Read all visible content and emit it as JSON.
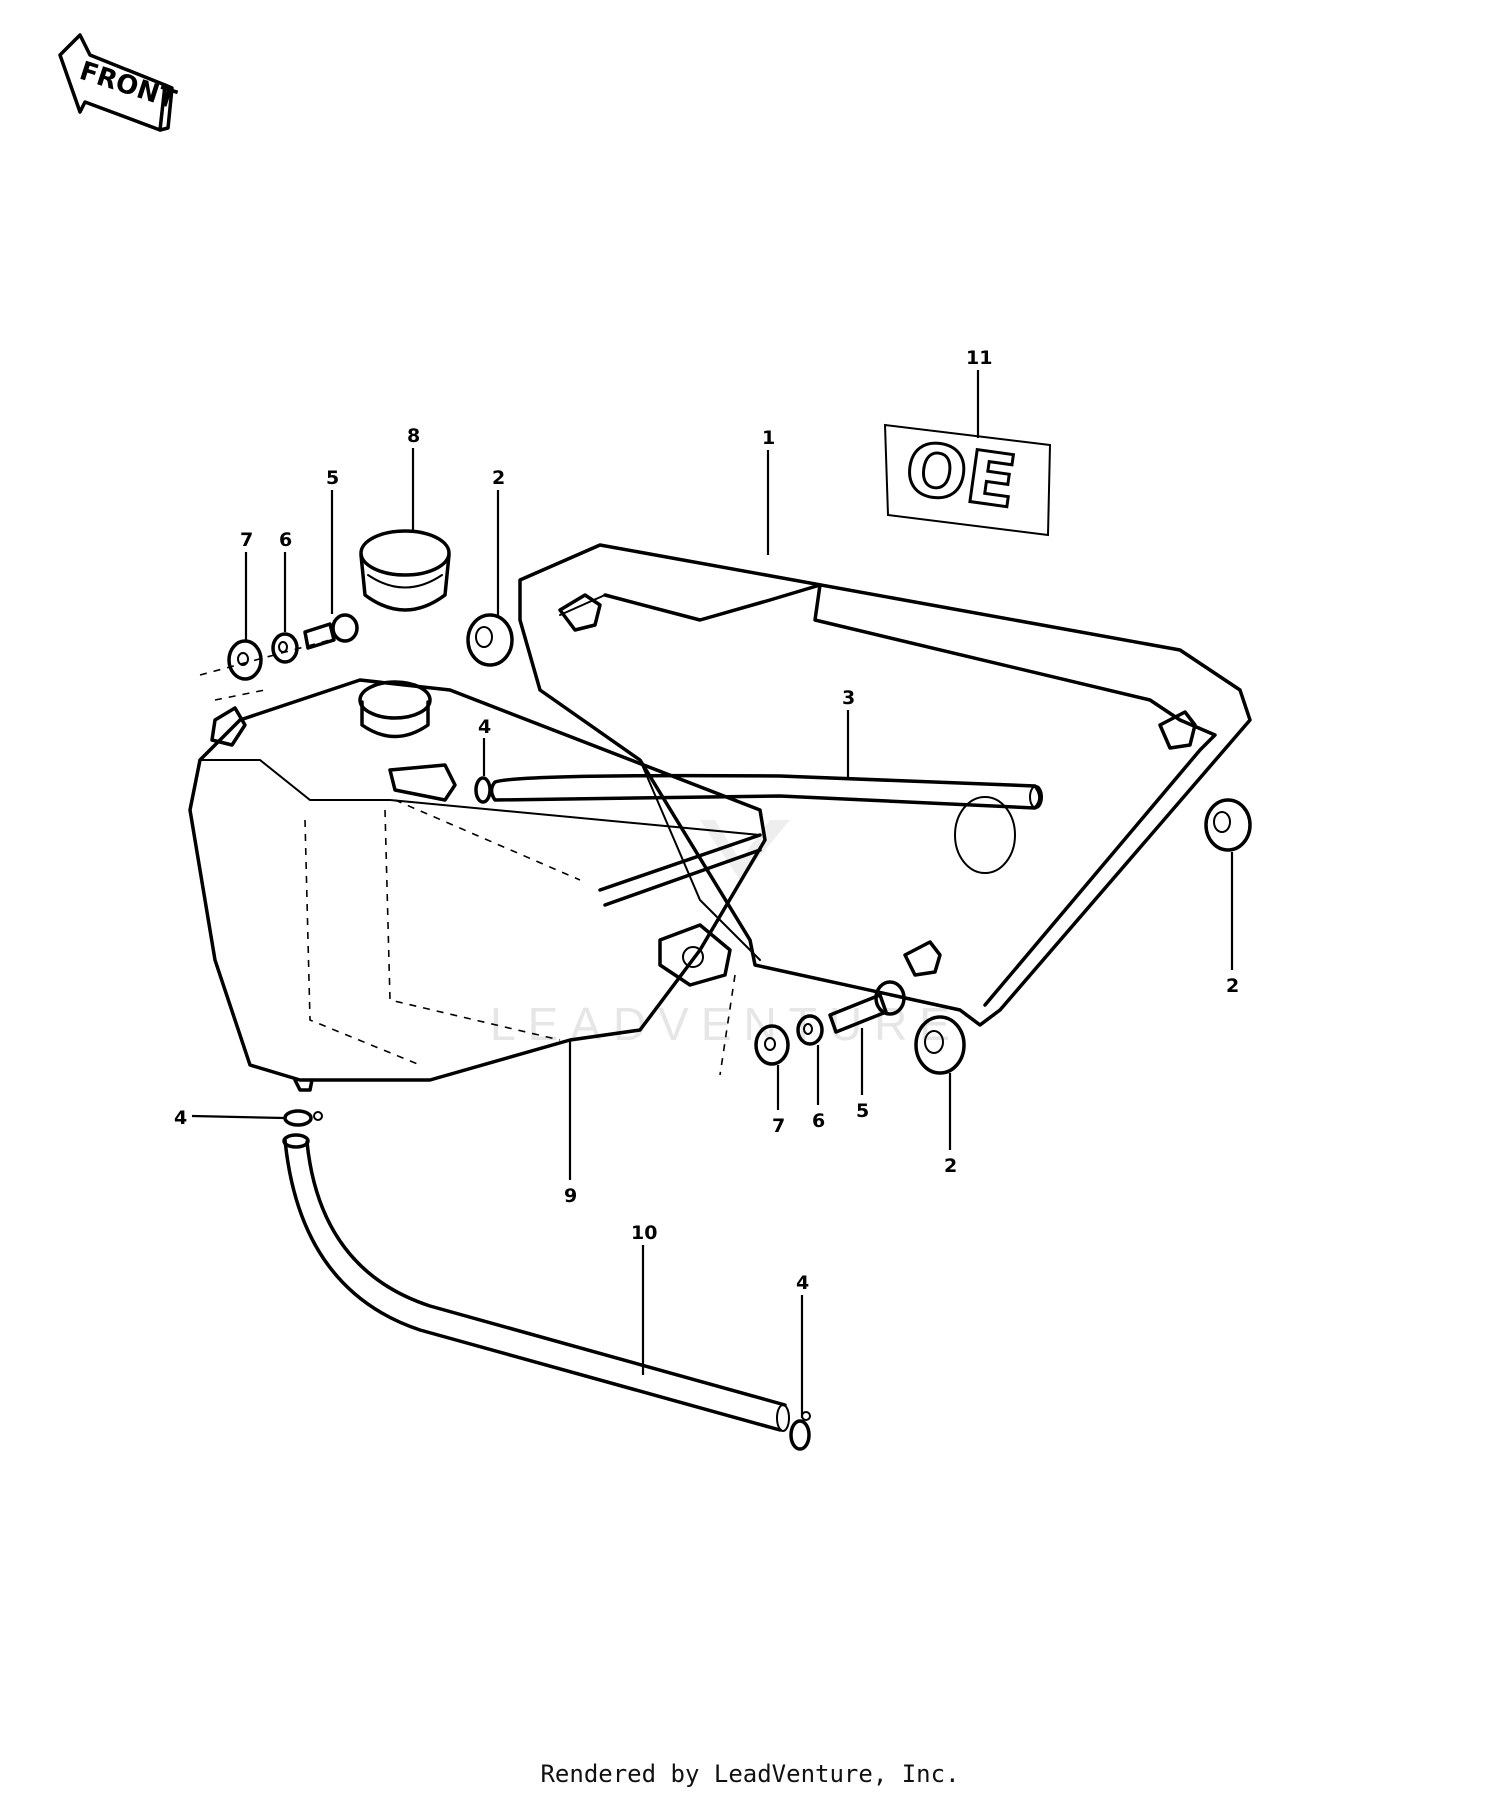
{
  "front_label": "FRONT",
  "decal_text": "OE",
  "watermark": "LEADVENTURE",
  "credit": "Rendered by LeadVenture, Inc.",
  "callouts": [
    {
      "id": "c-11",
      "text": "11"
    },
    {
      "id": "c-1",
      "text": "1"
    },
    {
      "id": "c-8",
      "text": "8"
    },
    {
      "id": "c-2a",
      "text": "2"
    },
    {
      "id": "c-5a",
      "text": "5"
    },
    {
      "id": "c-6a",
      "text": "6"
    },
    {
      "id": "c-7a",
      "text": "7"
    },
    {
      "id": "c-3",
      "text": "3"
    },
    {
      "id": "c-4a",
      "text": "4"
    },
    {
      "id": "c-2b",
      "text": "2"
    },
    {
      "id": "c-4b",
      "text": "4"
    },
    {
      "id": "c-9",
      "text": "9"
    },
    {
      "id": "c-7b",
      "text": "7"
    },
    {
      "id": "c-6b",
      "text": "6"
    },
    {
      "id": "c-5b",
      "text": "5"
    },
    {
      "id": "c-2c",
      "text": "2"
    },
    {
      "id": "c-10",
      "text": "10"
    },
    {
      "id": "c-4c",
      "text": "4"
    }
  ]
}
